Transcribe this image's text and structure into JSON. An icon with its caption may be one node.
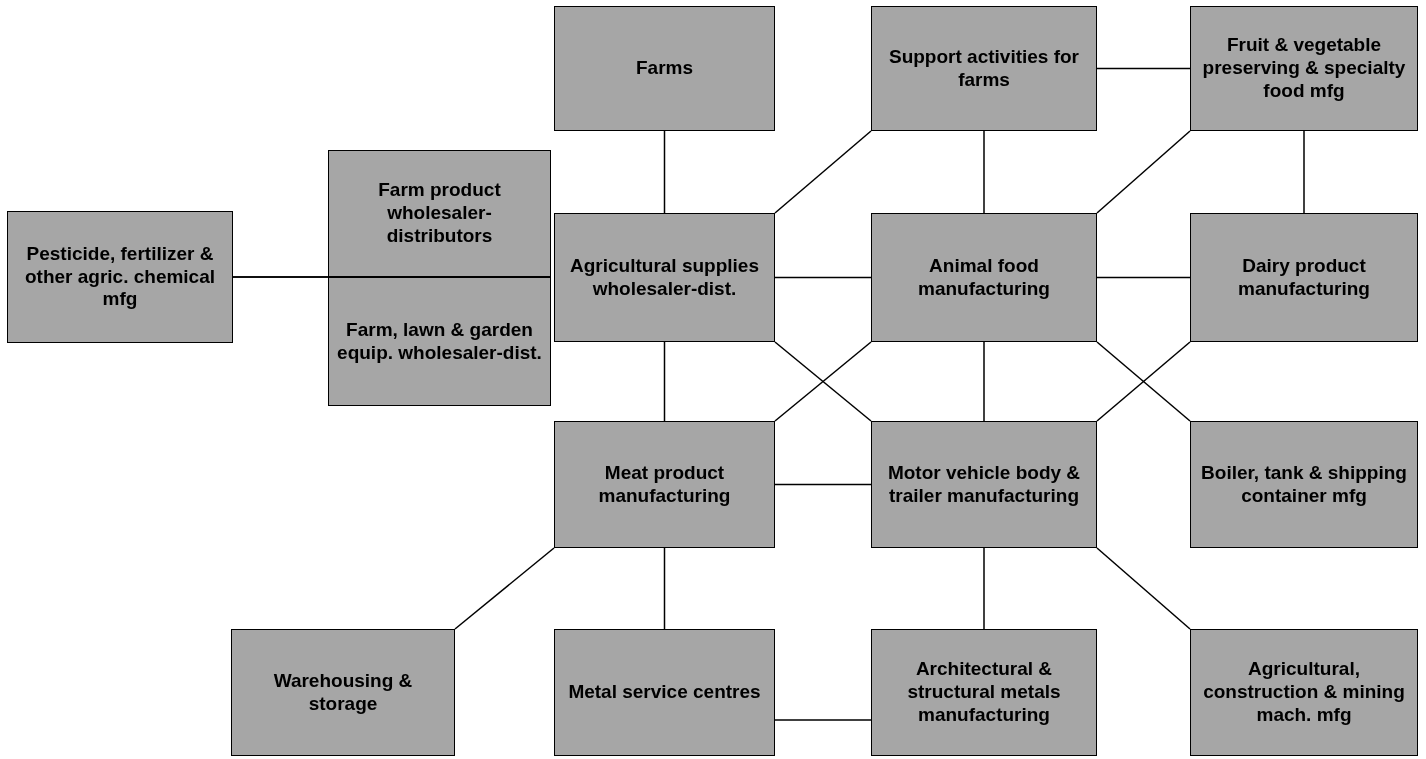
{
  "diagram": {
    "nodes": [
      {
        "text": [
          "Pesticide, fertilizer & other agric. chemical mfg"
        ]
      },
      {
        "text": [
          "Farm product wholesaler-distributors"
        ]
      },
      {
        "text": [
          "Farm, lawn & garden equip. wholesaler-dist."
        ]
      },
      {
        "text": [
          "Farms"
        ]
      },
      {
        "text": [
          "Agricultural supplies wholesaler-dist."
        ]
      },
      {
        "text": [
          "Support activities for farms"
        ]
      },
      {
        "text": [
          "Fruit & vegetable preserving & specialty food mfg"
        ]
      },
      {
        "text": [
          "Animal food manufacturing"
        ]
      },
      {
        "text": [
          "Dairy product manufacturing"
        ]
      },
      {
        "text": [
          "Meat product manufacturing"
        ]
      },
      {
        "text": [
          "Motor vehicle body & trailer manufacturing"
        ]
      },
      {
        "text": [
          "Boiler, tank & shipping container mfg"
        ]
      },
      {
        "text": [
          "Warehousing & storage"
        ]
      },
      {
        "text": [
          "Metal service centres"
        ]
      },
      {
        "text": [
          "Architectural & structural metals manufacturing"
        ]
      },
      {
        "text": [
          "Agricultural, construction & mining mach. mfg"
        ]
      }
    ],
    "edges": [
      {
        "from": 0,
        "to": 1,
        "arrow": "none"
      },
      {
        "from": 0,
        "to": 2,
        "arrow": "none"
      },
      {
        "from": 3,
        "to": 4,
        "arrow": "none"
      },
      {
        "from": 4,
        "to": 5,
        "arrow": "none"
      },
      {
        "from": 5,
        "to": 6,
        "arrow": "none"
      },
      {
        "from": 5,
        "to": 7,
        "arrow": "none"
      },
      {
        "from": 6,
        "to": 7,
        "arrow": "none"
      },
      {
        "from": 6,
        "to": 8,
        "arrow": "none"
      },
      {
        "from": 4,
        "to": 7,
        "arrow": "none"
      },
      {
        "from": 7,
        "to": 8,
        "arrow": "none"
      },
      {
        "from": 4,
        "to": 9,
        "arrow": "none"
      },
      {
        "from": 4,
        "to": 10,
        "arrow": "none"
      },
      {
        "from": 7,
        "to": 9,
        "arrow": "none"
      },
      {
        "from": 7,
        "to": 10,
        "arrow": "none"
      },
      {
        "from": 7,
        "to": 11,
        "arrow": "none"
      },
      {
        "from": 8,
        "to": 10,
        "arrow": "none"
      },
      {
        "from": 9,
        "to": 10,
        "arrow": "none"
      },
      {
        "from": 9,
        "to": 12,
        "arrow": "none"
      },
      {
        "from": 9,
        "to": 13,
        "arrow": "none"
      },
      {
        "from": 10,
        "to": 14,
        "arrow": "none"
      },
      {
        "from": 10,
        "to": 15,
        "arrow": "none"
      },
      {
        "from": 13,
        "to": 14,
        "arrow": "none"
      }
    ]
  }
}
